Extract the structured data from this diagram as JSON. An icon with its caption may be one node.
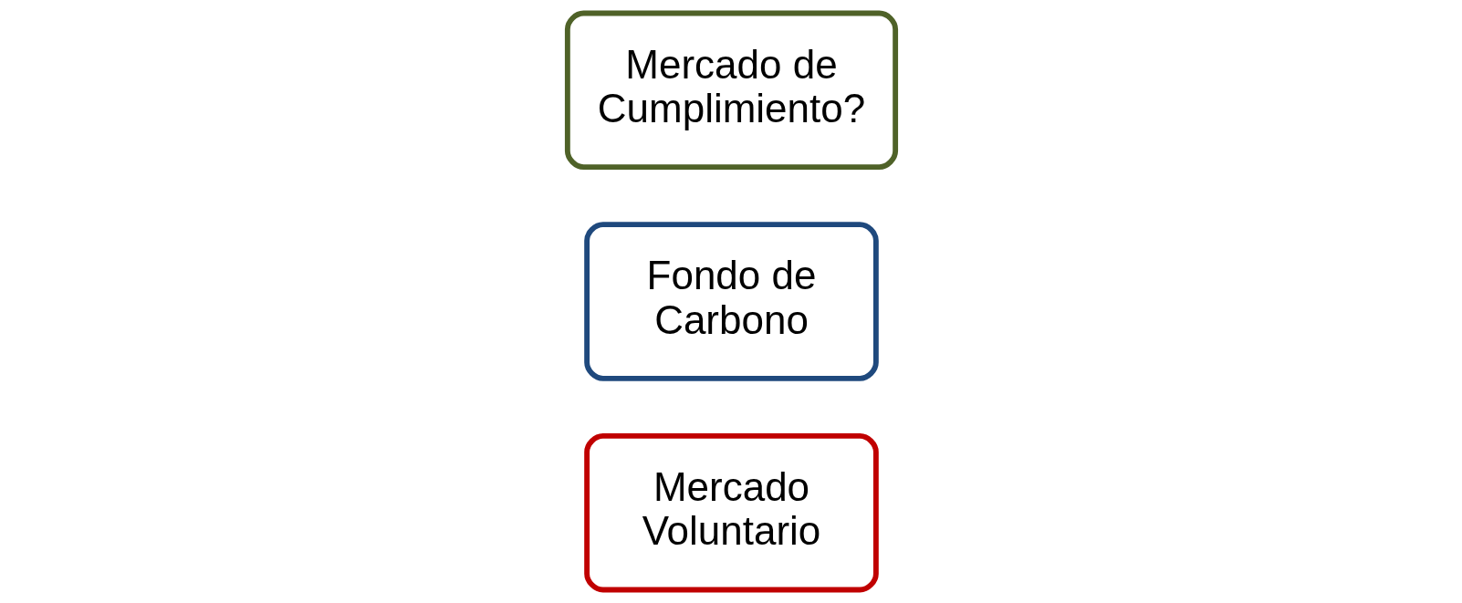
{
  "diagram": {
    "nodes": [
      {
        "text": [
          "Mercado Voluntario"
        ]
      },
      {
        "text": [
          "Fondo de Carbono"
        ]
      },
      {
        "text": [
          "Mercado de Cumplimiento?"
        ]
      }
    ]
  }
}
